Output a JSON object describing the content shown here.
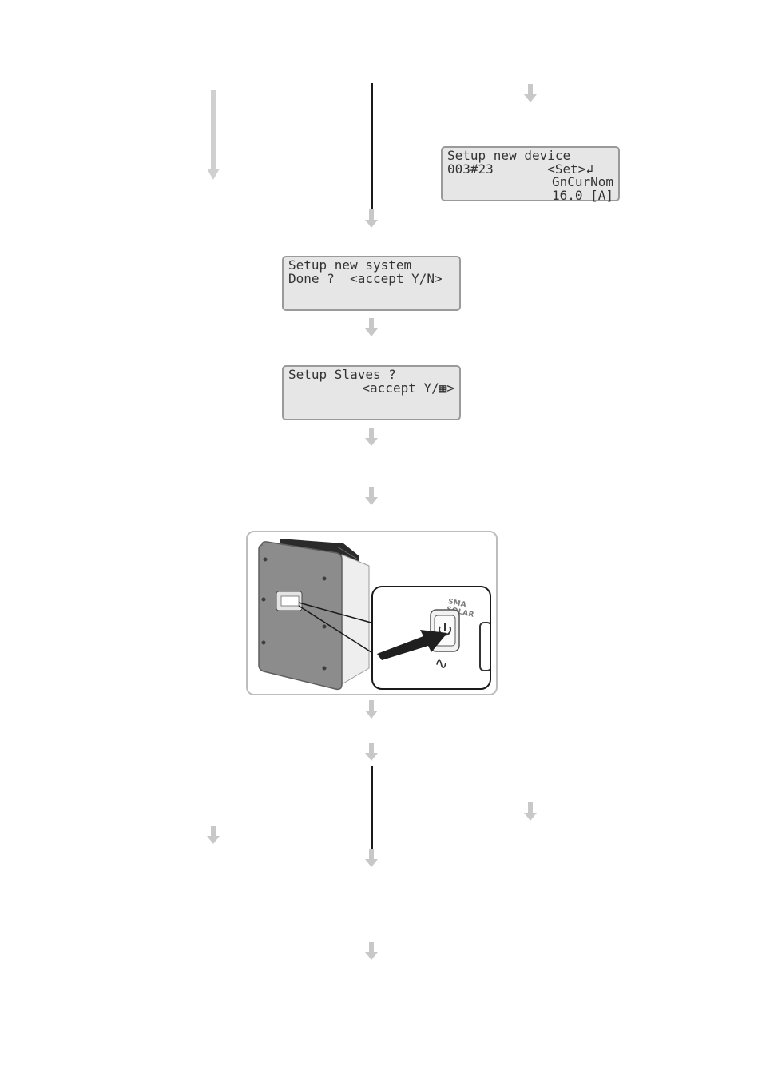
{
  "displays": {
    "setup_device": {
      "lines": [
        "Setup new device",
        "003#23       <Set>↲",
        "GnCurNom",
        "16.0 [A]"
      ]
    },
    "setup_system": {
      "lines": [
        "Setup new system",
        "Done ?  <accept Y/N>",
        "",
        ""
      ]
    },
    "setup_slaves": {
      "lines": [
        "Setup Slaves ?",
        "<accept Y/▦>",
        "",
        ""
      ]
    }
  },
  "device_illustration": {
    "brand": "SMA SOLAR",
    "icons": [
      "power-button-icon",
      "ac-sine-icon",
      "push-arrow-icon"
    ],
    "ac_symbol": "∿"
  },
  "colors": {
    "arrow": "#c8c8c8",
    "lcd_bg": "#e6e6e6",
    "lcd_border": "#9a9a9a",
    "device_body": "#8c8c8c"
  }
}
